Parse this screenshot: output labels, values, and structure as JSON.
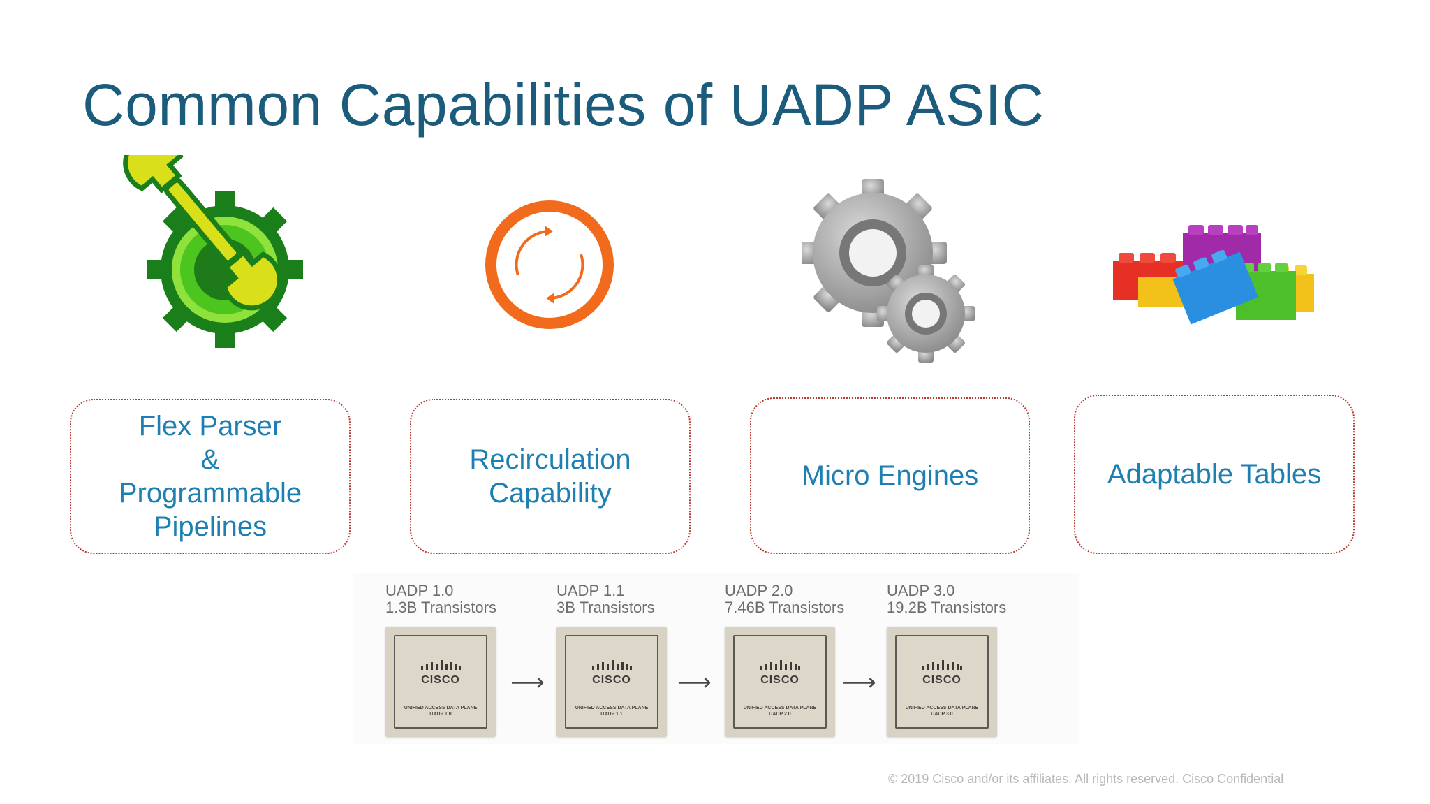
{
  "slide": {
    "title": "Common Capabilities of UADP ASIC",
    "footer": "© 2019  Cisco and/or its affiliates. All rights reserved.   Cisco Confidential"
  },
  "capabilities": [
    {
      "icon": "wrench-gear-icon",
      "lines": [
        "Flex Parser",
        "&",
        "Programmable",
        "Pipelines"
      ]
    },
    {
      "icon": "recirculation-icon",
      "lines": [
        "Recirculation",
        "Capability"
      ]
    },
    {
      "icon": "gears-icon",
      "lines": [
        "Micro Engines"
      ]
    },
    {
      "icon": "building-blocks-icon",
      "lines": [
        "Adaptable Tables"
      ]
    }
  ],
  "chips": [
    {
      "name": "UADP 1.0",
      "transistors": "1.3B Transistors",
      "brand": "CISCO",
      "caption": "UNIFIED ACCESS DATA PLANE",
      "version": "UADP 1.0"
    },
    {
      "name": "UADP 1.1",
      "transistors": "3B Transistors",
      "brand": "CISCO",
      "caption": "UNIFIED ACCESS DATA PLANE",
      "version": "UADP 1.1"
    },
    {
      "name": "UADP 2.0",
      "transistors": "7.46B Transistors",
      "brand": "CISCO",
      "caption": "UNIFIED ACCESS DATA PLANE",
      "version": "UADP 2.0"
    },
    {
      "name": "UADP 3.0",
      "transistors": "19.2B Transistors",
      "brand": "CISCO",
      "caption": "UNIFIED ACCESS DATA PLANE",
      "version": "UADP 3.0"
    }
  ],
  "colors": {
    "title": "#1b5b7c",
    "capability_text": "#1d7fb2",
    "box_border": "#b8392f",
    "recirc_orange": "#f26b1d",
    "gear_green": "#1a7f1a"
  }
}
